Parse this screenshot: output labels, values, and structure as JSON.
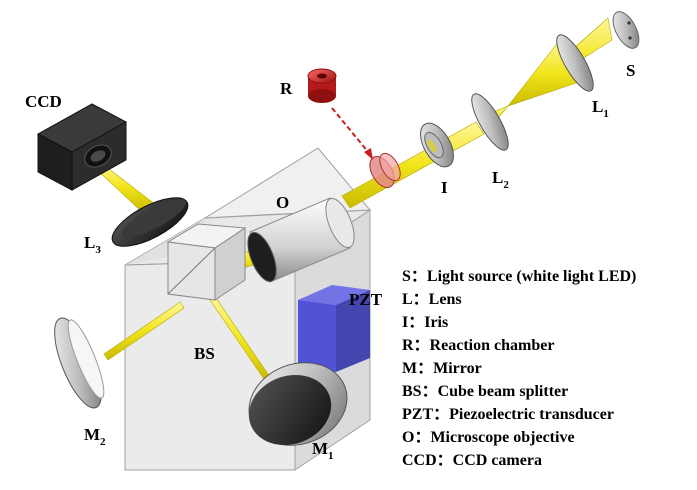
{
  "labels": {
    "S": "S",
    "L1": "L",
    "L1_sub": "1",
    "L2": "L",
    "L2_sub": "2",
    "I": "I",
    "R": "R",
    "CCD": "CCD",
    "O": "O",
    "L3": "L",
    "L3_sub": "3",
    "PZT": "PZT",
    "BS": "BS",
    "M2": "M",
    "M2_sub": "2",
    "M1": "M",
    "M1_sub": "1"
  },
  "legend": [
    "S：Light source (white light LED)",
    "L：Lens",
    "I：Iris",
    "R：Reaction chamber",
    "M：Mirror",
    "BS：Cube beam splitter",
    "PZT：Piezoelectric transducer",
    "O：Microscope objective",
    "CCD：CCD camera"
  ],
  "colors": {
    "beam": "#f2e51a",
    "beam_edge": "#b8a800",
    "chamber": "#d42b2b",
    "pzt": "#3a3ad6",
    "box": "#d9d9d9",
    "dark": "#2a2a2a"
  }
}
